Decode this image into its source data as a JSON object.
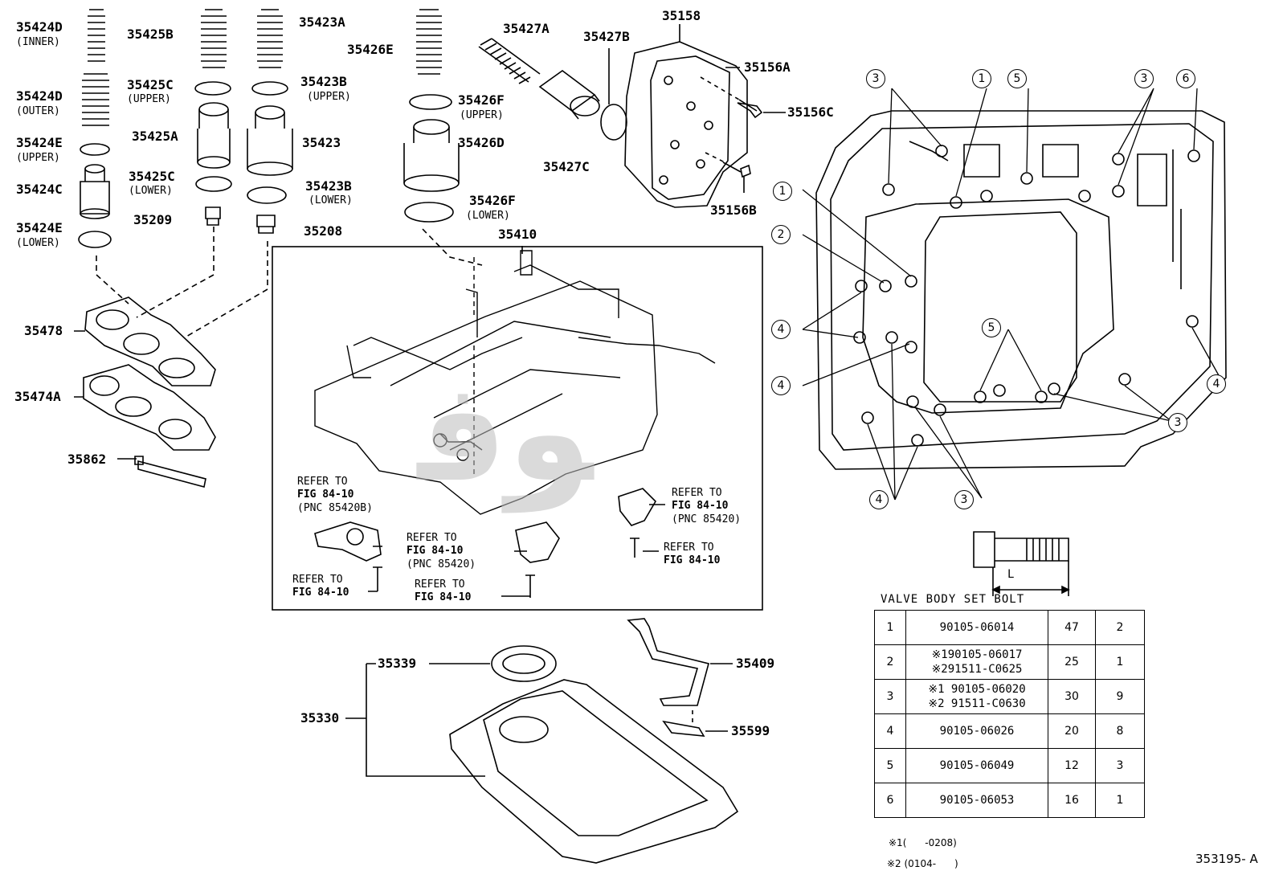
{
  "labels": {
    "p35424D_inner": "35424D",
    "p35424D_inner_note": "(INNER)",
    "p35424D_outer": "35424D",
    "p35424D_outer_note": "(OUTER)",
    "p35424E_upper": "35424E",
    "p35424E_upper_note": "(UPPER)",
    "p35424C": "35424C",
    "p35424E_lower": "35424E",
    "p35424E_lower_note": "(LOWER)",
    "p35425B": "35425B",
    "p35425C_upper": "35425C",
    "p35425C_upper_note": "(UPPER)",
    "p35425A": "35425A",
    "p35425C_lower": "35425C",
    "p35425C_lower_note": "(LOWER)",
    "p35209": "35209",
    "p35423A": "35423A",
    "p35423B_upper": "35423B",
    "p35423B_upper_note": "(UPPER)",
    "p35423": "35423",
    "p35423B_lower": "35423B",
    "p35423B_lower_note": "(LOWER)",
    "p35208": "35208",
    "p35426E": "35426E",
    "p35426F_upper": "35426F",
    "p35426F_upper_note": "(UPPER)",
    "p35426D": "35426D",
    "p35426F_lower": "35426F",
    "p35426F_lower_note": "(LOWER)",
    "p35427A": "35427A",
    "p35427B": "35427B",
    "p35427C": "35427C",
    "p35158": "35158",
    "p35156A": "35156A",
    "p35156C": "35156C",
    "p35156B": "35156B",
    "p35410": "35410",
    "p35478": "35478",
    "p35474A": "35474A",
    "p35862": "35862",
    "p35339": "35339",
    "p35330": "35330",
    "p35409": "35409",
    "p35599": "35599"
  },
  "refer_notes": [
    {
      "line1": "REFER TO",
      "line2": "FIG 84-10",
      "line3": "(PNC 85420B)"
    },
    {
      "line1": "REFER TO",
      "line2": "FIG 84-10",
      "line3": ""
    },
    {
      "line1": "REFER TO",
      "line2": "FIG 84-10",
      "line3": "(PNC 85420)"
    },
    {
      "line1": "REFER TO",
      "line2": "FIG 84-10",
      "line3": ""
    },
    {
      "line1": "REFER TO",
      "line2": "FIG 84-10",
      "line3": "(PNC 85420)"
    },
    {
      "line1": "REFER TO",
      "line2": "FIG 84-10",
      "line3": ""
    }
  ],
  "callouts": {
    "c1": "1",
    "c2": "2",
    "c3": "3",
    "c4": "4",
    "c5": "5",
    "c6": "6"
  },
  "bolt_dimension_label": "L",
  "valve_body_table": {
    "title": "VALVE BODY SET BOLT",
    "rows": [
      {
        "no": "1",
        "part": "90105-06014",
        "part2": "",
        "length": "47",
        "qty": "2"
      },
      {
        "no": "2",
        "part": "※190105-06017",
        "part2": "※291511-C0625",
        "length": "25",
        "qty": "1"
      },
      {
        "no": "3",
        "part": "※1 90105-06020",
        "part2": "※2 91511-C0630",
        "length": "30",
        "qty": "9"
      },
      {
        "no": "4",
        "part": "90105-06026",
        "part2": "",
        "length": "20",
        "qty": "8"
      },
      {
        "no": "5",
        "part": "90105-06049",
        "part2": "",
        "length": "12",
        "qty": "3"
      },
      {
        "no": "6",
        "part": "90105-06053",
        "part2": "",
        "length": "16",
        "qty": "1"
      }
    ]
  },
  "footnotes": {
    "note1": "※1(      -0208)",
    "note2": "※2 (0104-      )"
  },
  "figure_id": "353195- A",
  "watermark": "ﻮﻓ"
}
